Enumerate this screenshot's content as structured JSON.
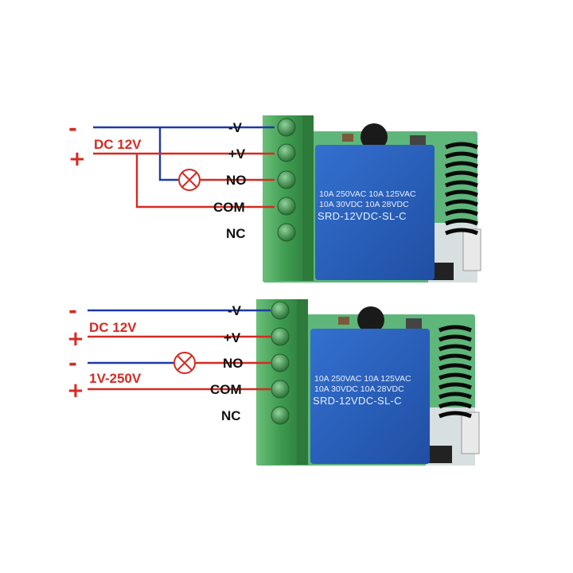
{
  "colors": {
    "negative_wire": "#1e3aa8",
    "positive_wire": "#d52a22",
    "terminal_green": "#3c9a4e",
    "relay_blue": "#2a5fbd",
    "pcb_green": "#5fb67a"
  },
  "diagram_top": {
    "terminals": [
      "-V",
      "+V",
      "NO",
      "COM",
      "NC"
    ],
    "supply_minus": "-",
    "supply_plus": "+",
    "supply_label": "DC 12V",
    "load_icon": "lamp-icon",
    "relay_rating_line1": "10A 250VAC  10A 125VAC",
    "relay_rating_line2": "10A  30VDC  10A  28VDC",
    "relay_model": "SRD-12VDC-SL-C"
  },
  "diagram_bottom": {
    "terminals": [
      "-V",
      "+V",
      "NO",
      "COM",
      "NC"
    ],
    "supply_minus": "-",
    "supply_plus": "+",
    "supply_label": "DC 12V",
    "load_minus": "-",
    "load_plus": "+",
    "load_label": "1V-250V",
    "load_icon": "lamp-icon",
    "relay_rating_line1": "10A 250VAC  10A 125VAC",
    "relay_rating_line2": "10A  30VDC  10A  28VDC",
    "relay_model": "SRD-12VDC-SL-C"
  }
}
